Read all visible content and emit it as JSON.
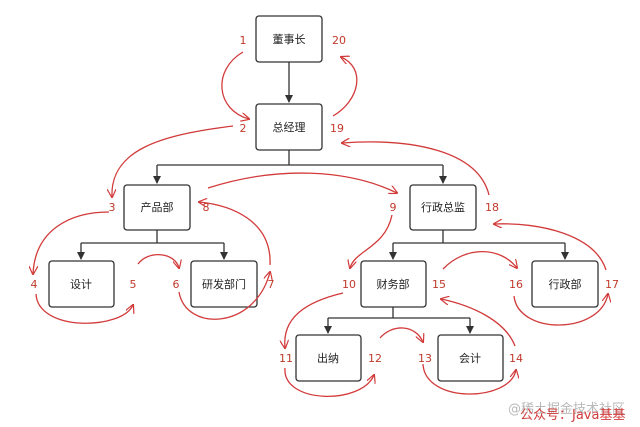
{
  "nodes": {
    "chairman": "董事长",
    "gm": "总经理",
    "product": "产品部",
    "admin_director": "行政总监",
    "design": "设计",
    "rnd": "研发部门",
    "finance": "财务部",
    "admin_dept": "行政部",
    "cashier": "出纳",
    "accounting": "会计"
  },
  "steps": [
    "1",
    "2",
    "3",
    "4",
    "5",
    "6",
    "7",
    "8",
    "9",
    "10",
    "11",
    "12",
    "13",
    "14",
    "15",
    "16",
    "17",
    "18",
    "19",
    "20"
  ],
  "watermark": {
    "line1": "@稀土掘金技术社区",
    "line2": "公众号：Java基基"
  },
  "colors": {
    "traversal_arrow": "#d23a3a",
    "tree_edge": "#333333",
    "node_border": "#333333"
  }
}
